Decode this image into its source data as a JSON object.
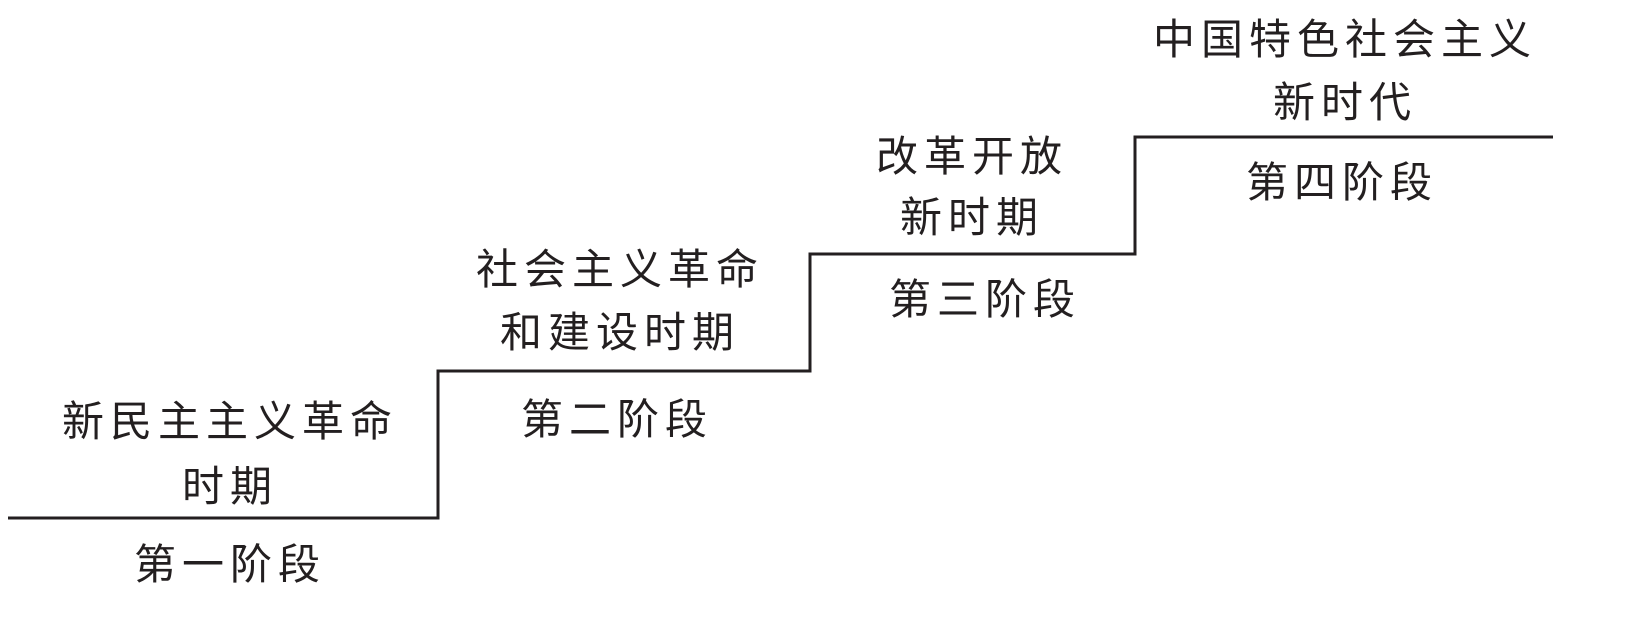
{
  "stages": [
    {
      "period_line1": "新民主主义革命",
      "period_line2": "时期",
      "stage": "第一阶段"
    },
    {
      "period_line1": "社会主义革命",
      "period_line2": "和建设时期",
      "stage": "第二阶段"
    },
    {
      "period_line1": "改革开放",
      "period_line2": "新时期",
      "stage": "第三阶段"
    },
    {
      "period_line1": "中国特色社会主义",
      "period_line2": "新时代",
      "stage": "第四阶段"
    }
  ],
  "colors": {
    "line": "#231f20",
    "text": "#231f20"
  }
}
